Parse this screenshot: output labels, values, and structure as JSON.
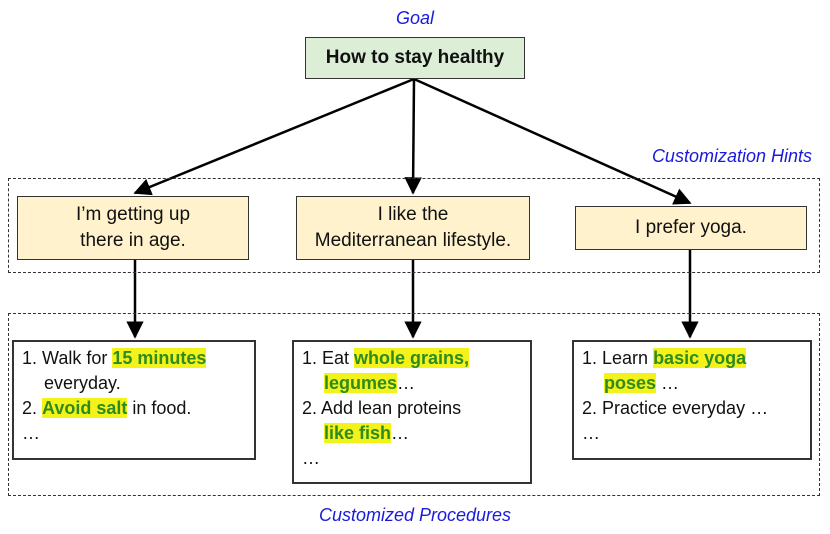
{
  "labels": {
    "goal": "Goal",
    "hints": "Customization Hints",
    "procedures": "Customized Procedures"
  },
  "goal": {
    "text": "How to stay healthy"
  },
  "hints": [
    {
      "line1": "I’m getting up",
      "line2": "there in age."
    },
    {
      "line1": "I like the",
      "line2": "Mediterranean lifestyle."
    },
    {
      "line1": "I prefer yoga."
    }
  ],
  "procedures": {
    "age": {
      "l1_prefix": "1. Walk for ",
      "l1_hl": "15 minutes",
      "l2": "everyday.",
      "l3_prefix": "2. ",
      "l3_hl": "Avoid salt",
      "l3_suffix": " in food.",
      "l4": "…"
    },
    "med": {
      "l1_prefix": "1. Eat ",
      "l1_hl": "whole grains,",
      "l2_hl": "legumes",
      "l2_suffix": "…",
      "l3": "2. Add lean proteins",
      "l4_hl": "like fish",
      "l4_suffix": "…",
      "l5": "…"
    },
    "yoga": {
      "l1_prefix": "1. Learn ",
      "l1_hl": "basic yoga",
      "l2_hl": "poses",
      "l2_suffix": " …",
      "l3": "2. Practice everyday …",
      "l4": "…"
    }
  },
  "colors": {
    "goal_fill": "#dcefd6",
    "hint_fill": "#fff2cc",
    "highlight": "#f3f21a",
    "highlight_text": "#2e8b1f",
    "label_text": "#1a1adc"
  }
}
